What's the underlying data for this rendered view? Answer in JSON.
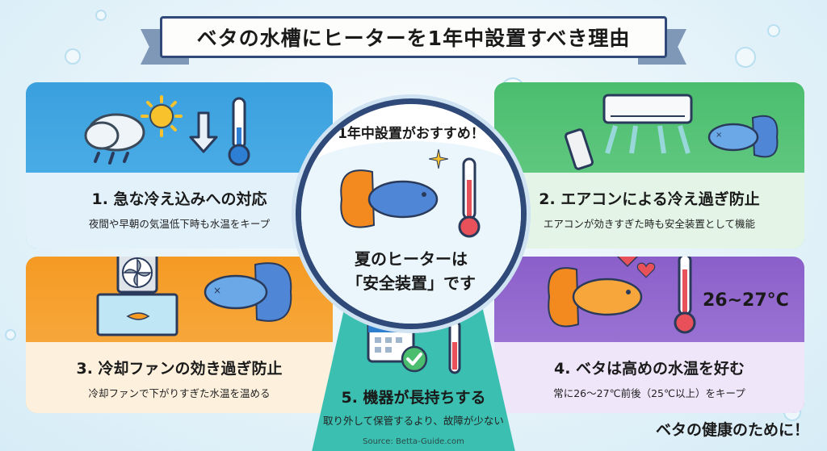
{
  "title": "ベタの水槽にヒーターを1年中設置すべき理由",
  "center": {
    "top": "1年中設置がおすすめ！",
    "line1": "夏のヒーターは",
    "line2": "「安全装置」です"
  },
  "panels": [
    {
      "title": "1. 急な冷え込みへの対応",
      "subtitle": "夜間や早朝の気温低下時も水温をキープ",
      "color": "#3aa0de"
    },
    {
      "title": "2. エアコンによる冷え過ぎ防止",
      "subtitle": "エアコンが効きすぎた時も安全装置として機能",
      "color": "#4bbd6e"
    },
    {
      "title": "3. 冷却ファンの効き過ぎ防止",
      "subtitle": "冷却ファンで下がりすぎた水温を温める",
      "color": "#f59a23"
    },
    {
      "title": "4. ベタは高めの水温を好む",
      "subtitle": "常に26～27℃前後（25℃以上）をキープ",
      "color": "#8b5fc9"
    },
    {
      "title": "5. 機器が長持ちする",
      "subtitle": "取り外して保管するより、故障が少ない",
      "color": "#3bbfb0"
    }
  ],
  "temperature_label": "26~27°C",
  "footer_message": "ベタの健康のために！",
  "source": "Source: Betta-Guide.com",
  "icons": [
    "cloud-rain-icon",
    "sun-icon",
    "down-arrow-icon",
    "thermometer-icon",
    "air-conditioner-icon",
    "remote-control-icon",
    "betta-fish-icon",
    "cooling-fan-icon",
    "aquarium-icon",
    "calendar-icon",
    "checkmark-icon",
    "heater-icon",
    "heart-icon",
    "sparkle-icon"
  ]
}
